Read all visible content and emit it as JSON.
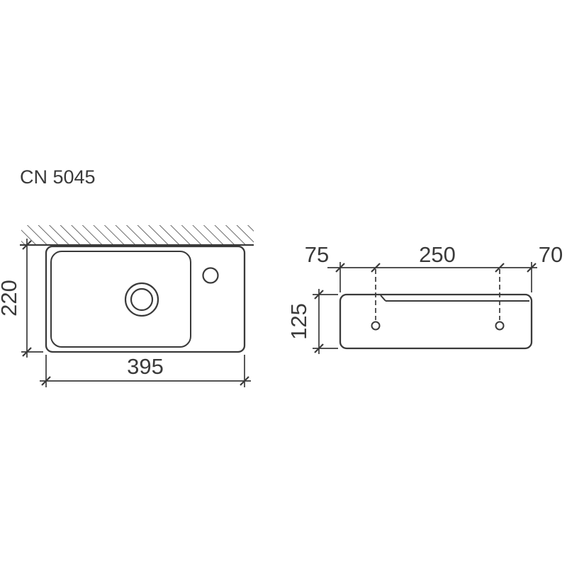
{
  "title": "CN 5045",
  "colors": {
    "line": "#3a3a3a",
    "background": "#ffffff"
  },
  "plan_view": {
    "dim_height": "220",
    "dim_width": "395"
  },
  "side_view": {
    "dim_left": "75",
    "dim_center": "250",
    "dim_right": "70",
    "dim_height": "125"
  }
}
